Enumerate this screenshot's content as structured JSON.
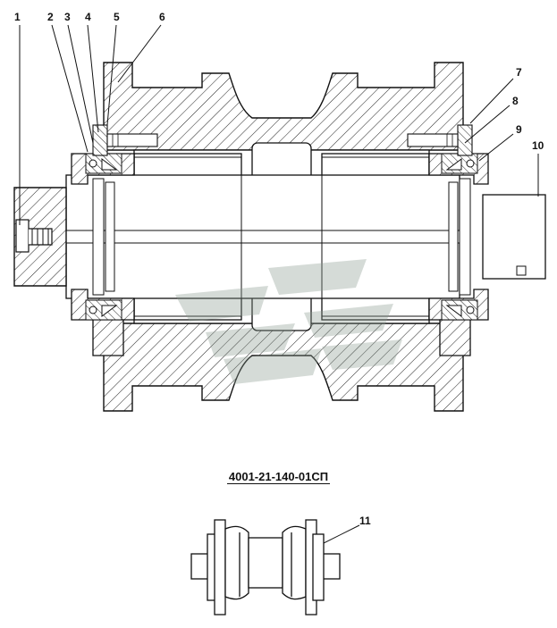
{
  "callouts": [
    "1",
    "2",
    "3",
    "4",
    "5",
    "6",
    "7",
    "8",
    "9",
    "10",
    "11"
  ],
  "caption": "4001-21-140-01СП"
}
